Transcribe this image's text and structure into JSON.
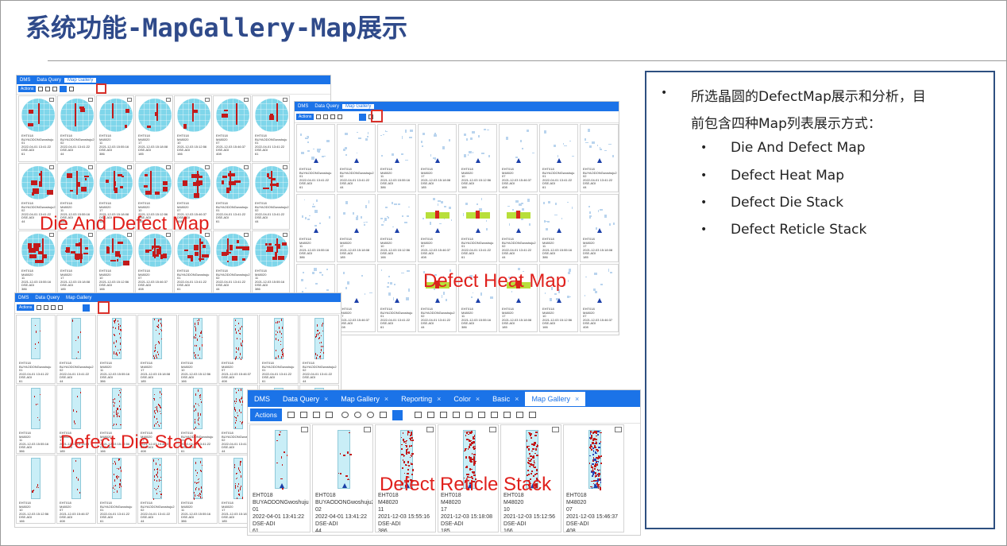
{
  "slide": {
    "title": "系统功能-MapGallery-Map展示"
  },
  "panel_die_defect": {
    "tabs": [
      "DMS",
      "Data Query",
      "Map Gallery"
    ],
    "active_tab": "Map Gallery",
    "actions_label": "Actions",
    "cards": [
      [
        "EHT018",
        "BUYAODONGwoshuju",
        "01",
        "2022-04-01 13:41:22",
        "DSE-ADI",
        "61"
      ],
      [
        "EHT018",
        "BUYAODONGwoshuju2",
        "02",
        "2022-04-01 13:41:22",
        "DSE-ADI",
        "44"
      ],
      [
        "EHT018",
        "M48020",
        "11",
        "2021-12-03 15:55:16",
        "DSE-ADI",
        "386"
      ],
      [
        "EHT018",
        "M48020",
        "17",
        "2021-12-03 15:18:08",
        "DSE-ADI",
        "185"
      ],
      [
        "EHT018",
        "M48020",
        "10",
        "2021-12-03 15:12:56",
        "DSE-ADI",
        "166"
      ],
      [
        "EHT018",
        "M48020",
        "07",
        "2021-12-03 15:46:37",
        "DSE-ADI",
        "408"
      ]
    ]
  },
  "panel_heat": {
    "tabs": [
      "DMS",
      "Data Query",
      "Map Gallery"
    ],
    "active_tab": "Map Gallery",
    "actions_label": "Actions"
  },
  "panel_die_stack": {
    "tabs": [
      "DMS",
      "Data Query",
      "Map Gallery"
    ],
    "active_tab": "Map Gallery",
    "actions_label": "Actions"
  },
  "panel_reticle": {
    "tabs": [
      "DMS",
      "Data Query",
      "Map Gallery",
      "Reporting",
      "Color",
      "Basic",
      "Map Gallery"
    ],
    "active_tab_index": 6,
    "actions_label": "Actions",
    "cards": [
      {
        "line1": "EHT018",
        "line2": "BUYAODONGwoshuju",
        "line3": "01",
        "line4": "2022-04-01 13:41:22",
        "line5": "DSE-ADI",
        "line6": "61"
      },
      {
        "line1": "EHT018",
        "line2": "BUYAODONGwoshuju2",
        "line3": "02",
        "line4": "2022-04-01 13:41:22",
        "line5": "DSE-ADI",
        "line6": "44"
      },
      {
        "line1": "EHT018",
        "line2": "M48020",
        "line3": "11",
        "line4": "2021-12-03 15:55:16",
        "line5": "DSE-ADI",
        "line6": "386"
      },
      {
        "line1": "EHT018",
        "line2": "M48020",
        "line3": "17",
        "line4": "2021-12-03 15:18:08",
        "line5": "DSE-ADI",
        "line6": "185"
      },
      {
        "line1": "EHT018",
        "line2": "M48020",
        "line3": "10",
        "line4": "2021-12-03 15:12:56",
        "line5": "DSE-ADI",
        "line6": "166"
      },
      {
        "line1": "EHT018",
        "line2": "M48020",
        "line3": "07",
        "line4": "2021-12-03 15:46:37",
        "line5": "DSE-ADI",
        "line6": "408"
      }
    ]
  },
  "overlays": {
    "die_and_defect": "Die And Defect Map",
    "heat": "Defect Heat Map",
    "die_stack": "Defect Die Stack",
    "reticle_stack": "Defect Reticle Stack"
  },
  "info": {
    "line1": "所选晶圆的DefectMap展示和分析，目",
    "line2": "前包含四种Map列表展示方式：",
    "items": [
      "Die And Defect Map",
      "Defect Heat Map",
      "Defect Die Stack",
      "Defect Reticle Stack"
    ]
  },
  "colors": {
    "title": "#2f4a8a",
    "tabbar": "#1b73e8",
    "wafer": "#7fd6ea",
    "defect": "#c21a1a",
    "overlay_text": "#e0201c",
    "infobox_border": "#2e4f80"
  }
}
